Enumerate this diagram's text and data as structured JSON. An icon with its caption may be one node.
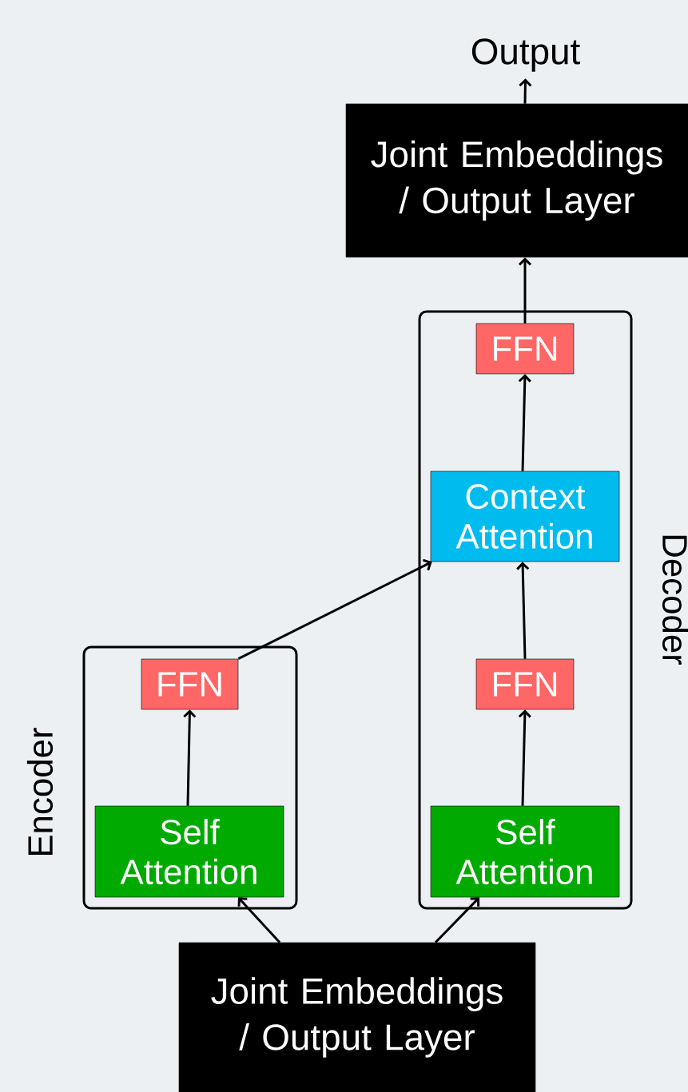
{
  "diagram": {
    "nodes": [
      {
        "text": [
          "Output"
        ]
      },
      {
        "text": [
          "Joint Embeddings / Output Layer"
        ]
      },
      {
        "text": [
          "Decoder"
        ]
      },
      {
        "text": [
          "FFN"
        ],
        "in": 2
      },
      {
        "text": [
          "Context Attention"
        ],
        "in": 2
      },
      {
        "text": [
          "Encoder"
        ]
      },
      {
        "text": [
          "FFN"
        ],
        "in": 5
      },
      {
        "text": [
          "FFN"
        ],
        "in": 2
      },
      {
        "text": [
          "Self Attention"
        ],
        "in": 5
      },
      {
        "text": [
          "Self Attention"
        ],
        "in": 2
      },
      {
        "text": [
          "Joint Embeddings / Output Layer"
        ]
      }
    ],
    "edges": [
      {
        "from": 1,
        "to": 0,
        "arrow": "to"
      },
      {
        "from": 3,
        "to": 1,
        "arrow": "to"
      },
      {
        "from": 4,
        "to": 3,
        "arrow": "to"
      },
      {
        "from": 7,
        "to": 4,
        "arrow": "to"
      },
      {
        "from": 9,
        "to": 7,
        "arrow": "to"
      },
      {
        "from": 6,
        "to": 4,
        "arrow": "to"
      },
      {
        "from": 8,
        "to": 6,
        "arrow": "to"
      },
      {
        "from": 10,
        "to": 8,
        "arrow": "to"
      },
      {
        "from": 10,
        "to": 9,
        "arrow": "to"
      }
    ]
  }
}
